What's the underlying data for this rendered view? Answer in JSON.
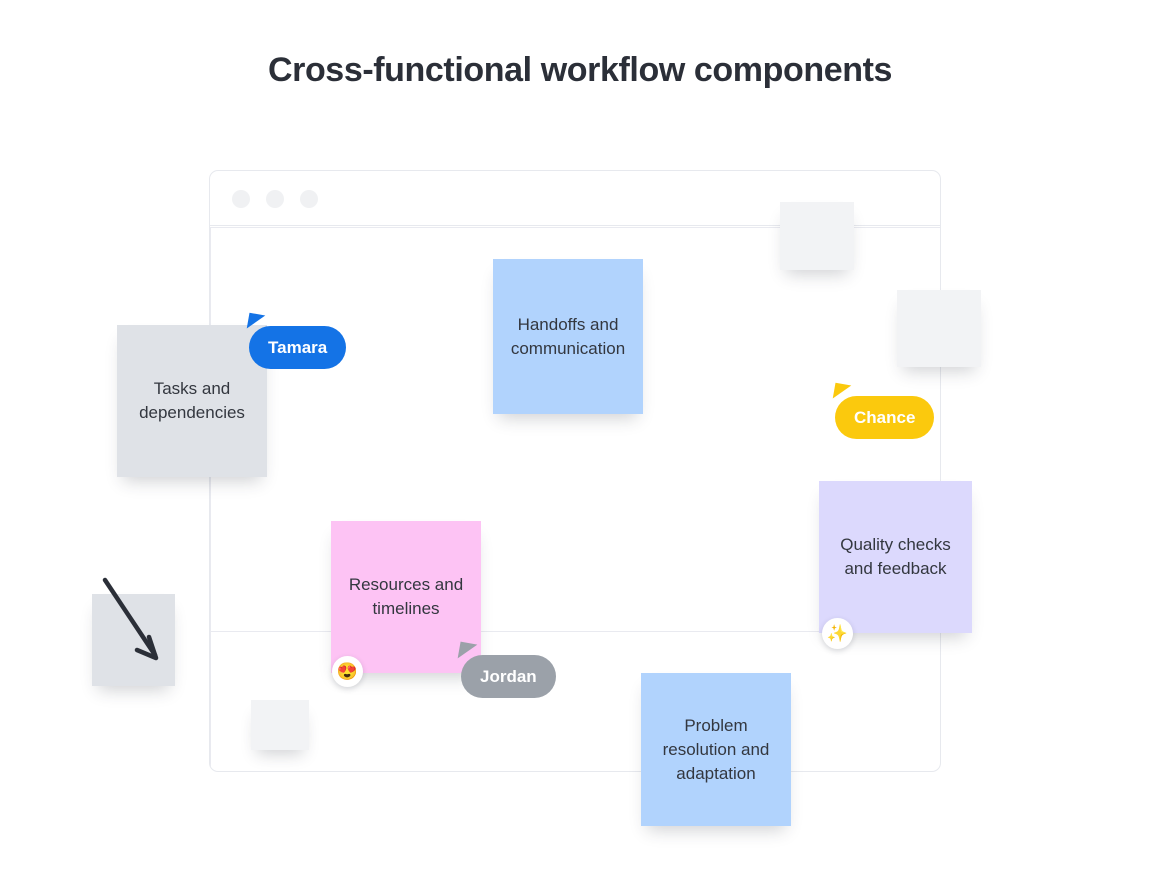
{
  "page": {
    "title": "Cross-functional workflow components",
    "background_color": "#ffffff"
  },
  "window": {
    "titlebar": {
      "dots": [
        "window-dot-1",
        "window-dot-2",
        "window-dot-3"
      ],
      "dot_color": "#f0f1f3"
    }
  },
  "canvas": {
    "notes": [
      {
        "id": "tasks",
        "text": "Tasks and dependencies",
        "color": "#dfe2e7",
        "empty": false
      },
      {
        "id": "handoffs",
        "text": "Handoffs and communication",
        "color": "#b1d3fd",
        "empty": false
      },
      {
        "id": "resources",
        "text": "Resources and timelines",
        "color": "#fdc3f4",
        "empty": false
      },
      {
        "id": "quality",
        "text": "Quality checks and feedback",
        "color": "#dcd9fd",
        "empty": false
      },
      {
        "id": "problem",
        "text": "Problem resolution and adaptation",
        "color": "#b1d3fd",
        "empty": false
      },
      {
        "id": "blank-1",
        "text": "",
        "color": "#f2f3f5",
        "empty": true
      },
      {
        "id": "blank-2",
        "text": "",
        "color": "#f2f3f5",
        "empty": true
      },
      {
        "id": "blank-3",
        "text": "",
        "color": "#f2f3f5",
        "empty": true
      },
      {
        "id": "arrow-note",
        "text": "",
        "color": "#dfe2e7",
        "empty": true
      }
    ],
    "cursors": [
      {
        "id": "tamara",
        "name": "Tamara",
        "color": "#1473e6"
      },
      {
        "id": "chance",
        "name": "Chance",
        "color": "#fbc90d"
      },
      {
        "id": "jordan",
        "name": "Jordan",
        "color": "#9ba1a9"
      }
    ],
    "reactions": [
      {
        "id": "heart-eyes",
        "emoji": "😍",
        "icon_name": "heart-eyes-emoji"
      },
      {
        "id": "sparkles",
        "emoji": "✨",
        "icon_name": "sparkles-emoji"
      }
    ],
    "annotations": [
      {
        "id": "arrow",
        "icon_name": "arrow-down-right-icon",
        "color": "#2b2f38"
      }
    ],
    "grid_color": "#e9eaf0"
  }
}
